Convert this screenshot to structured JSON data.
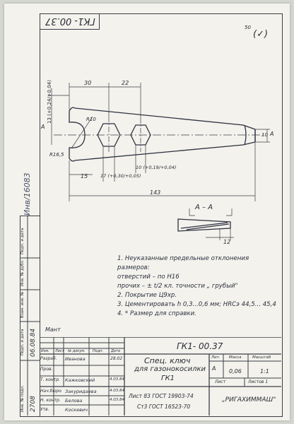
{
  "document": {
    "designation_top": "ГК1- 00.37",
    "roughness": {
      "value": "50",
      "symbol": "(✓)"
    },
    "section": {
      "label": "А – А",
      "width_dim": "12"
    },
    "view_marks": {
      "left": "А",
      "right": "А"
    },
    "dimensions": {
      "d30": "30",
      "d22": "22",
      "d15": "15",
      "d143": "143",
      "r10": "R10",
      "r65": "R16,5",
      "d10": "10",
      "h13": "13 (+0,24/+0,04)",
      "h17": "17 (+0,30/+0,05)",
      "h10": "10 (+0,19/+0,04)"
    },
    "side_handwriting": "Инв/16083",
    "notes": [
      "1. Неуказанные предельные отклонения",
      "   размеров:",
      "      отверстий  –  по Н16",
      "      прочих – ± t/2  кл. точности „ грубый\"",
      "2. Покрытие Ц9хр.",
      "3. Цементировать h 0,3...0,6 мм; HRCэ 44,5... 45,4",
      "4. * Размер для справки."
    ],
    "strip_labels": [
      "Инв. № подл.",
      "Подп. и дата",
      "Взам. инв. №",
      "Инв. № дубл.",
      "Подп. и дата"
    ],
    "strip_values": [
      "2708",
      "06.08.84"
    ],
    "title_block": {
      "designation": "ГК1- 00.37",
      "title_line1": "Спец. ключ",
      "title_line2": "для газонокосилки",
      "title_line3": "ГК1",
      "material": "Лист  83  ГОСТ 19903-74",
      "material2": "Ст3  ГОСТ 16523-70",
      "litera_header": "Лит.",
      "mass_header": "Масса",
      "scale_header": "Масштаб",
      "litera": "А",
      "mass": "0,06",
      "scale": "1:1",
      "sheet": "Лист",
      "sheets": "Листов 1",
      "org": "„РИГАХИММАШ\"",
      "col_izm": "Изм.",
      "col_list": "Лист",
      "col_doc": "№ докум.",
      "col_sign": "Подп.",
      "col_date": "Дата",
      "roles": [
        "Разраб.",
        "Пров.",
        "Т. контр.",
        "Нач.бюро",
        "Н. контр.",
        "Утв."
      ],
      "names": [
        "Иванова",
        "",
        "Кажковский",
        "Закуридаева",
        "Белова",
        "Коскевич"
      ],
      "dates": [
        "28.02",
        "",
        "4.03.84",
        "4.03.84",
        "4.03.84",
        ""
      ],
      "change_mark": "Мант"
    }
  }
}
